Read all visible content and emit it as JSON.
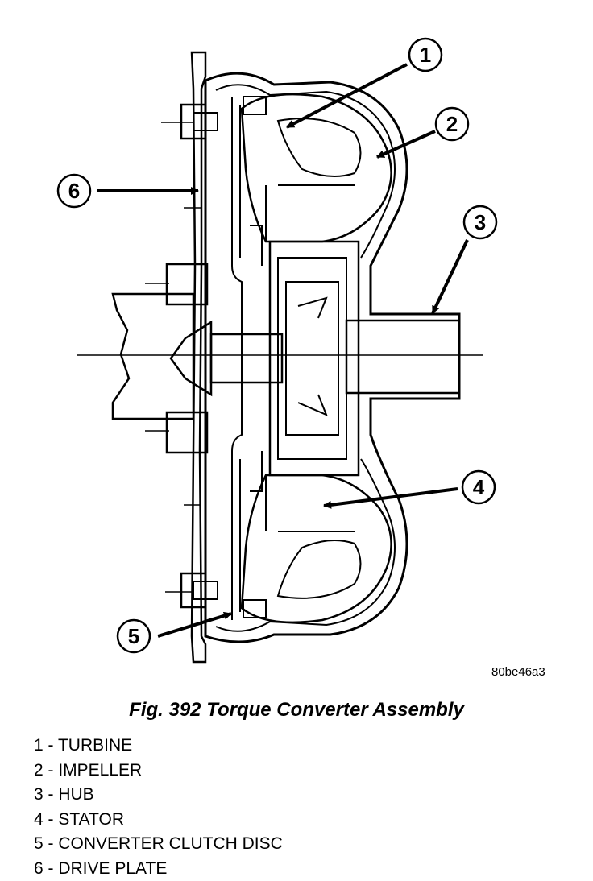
{
  "figure": {
    "id": "80be46a3",
    "caption": "Fig. 392 Torque Converter Assembly"
  },
  "callouts": [
    {
      "number": "1",
      "label": "TURBINE"
    },
    {
      "number": "2",
      "label": "IMPELLER"
    },
    {
      "number": "3",
      "label": "HUB"
    },
    {
      "number": "4",
      "label": "STATOR"
    },
    {
      "number": "5",
      "label": "CONVERTER CLUTCH DISC"
    },
    {
      "number": "6",
      "label": "DRIVE PLATE"
    }
  ],
  "legend": [
    "1 - TURBINE",
    "2 - IMPELLER",
    "3 - HUB",
    "4 - STATOR",
    "5 - CONVERTER CLUTCH DISC",
    "6 - DRIVE PLATE"
  ],
  "colors": {
    "line": "#000000",
    "background": "#ffffff"
  }
}
